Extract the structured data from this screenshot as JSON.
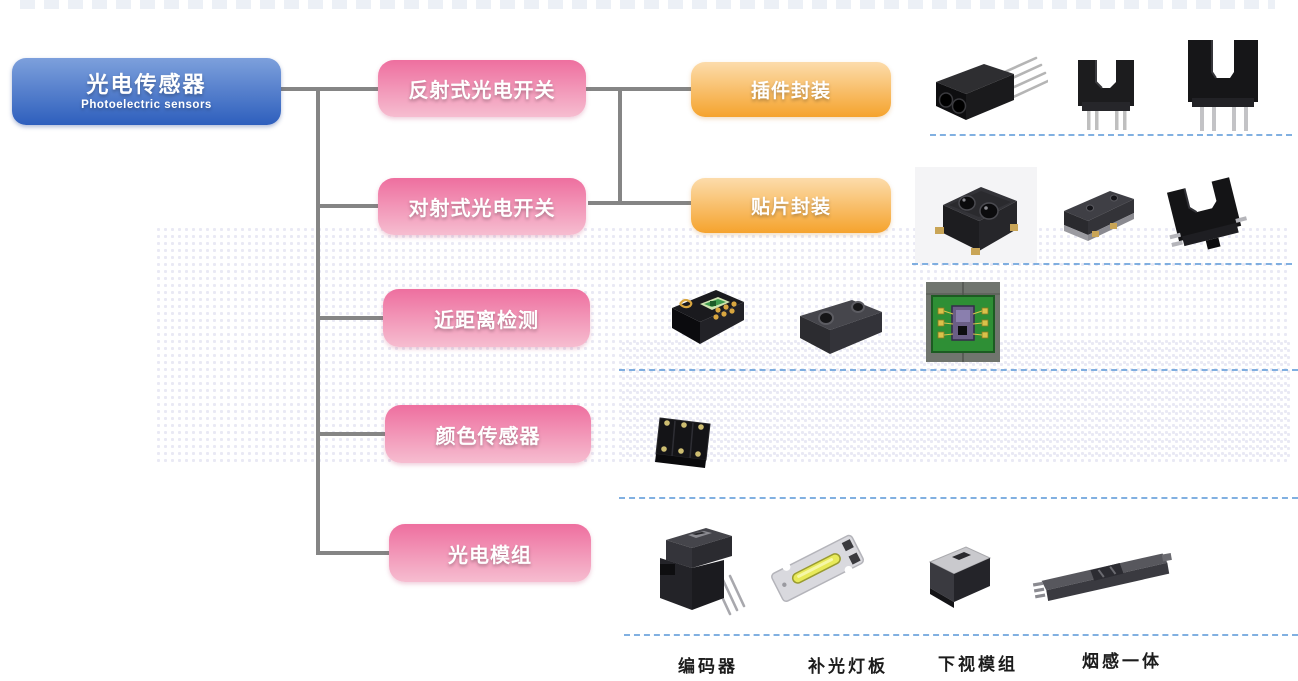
{
  "root_node": {
    "title": "光电传感器",
    "subtitle": "Photoelectric sensors"
  },
  "categories": [
    {
      "label": "反射式光电开关"
    },
    {
      "label": "对射式光电开关"
    },
    {
      "label": "近距离检测"
    },
    {
      "label": "颜色传感器"
    },
    {
      "label": "光电模组"
    }
  ],
  "package_types": [
    {
      "label": "插件封装"
    },
    {
      "label": "贴片封装"
    }
  ],
  "module_labels": [
    {
      "label": "编码器"
    },
    {
      "label": "补光灯板"
    },
    {
      "label": "下视模组"
    },
    {
      "label": "烟感一体"
    }
  ],
  "product_photos": {
    "plugin_package_row": [
      "reflective-switch-dip-photo",
      "slotted-switch-dip-small-photo",
      "slotted-switch-dip-large-photo"
    ],
    "smd_package_row": [
      "reflective-switch-smd-photo",
      "emitter-smd-photo",
      "slotted-switch-smd-photo"
    ],
    "proximity_row": [
      "proximity-chip-photo",
      "proximity-block-photo",
      "chip-die-photo"
    ],
    "color_sensor_row": [
      "color-sensor-chip-photo"
    ],
    "module_row": [
      "encoder-module-photo",
      "fill-light-board-photo",
      "down-view-module-photo",
      "smoke-sensor-bar-photo"
    ]
  },
  "colors": {
    "blue-top": "#7da0dc",
    "blue-bottom": "#2e5fbd",
    "pink-top": "#ee6f9f",
    "pink-bottom": "#f6bdd0",
    "orange-top": "#fcdcab",
    "orange-bottom": "#f5a32d",
    "line-gray": "#858585",
    "dash-blue": "#6ca3dc",
    "label-black": "#1c1c1c",
    "watermark-dot": "#e9e9f4"
  }
}
